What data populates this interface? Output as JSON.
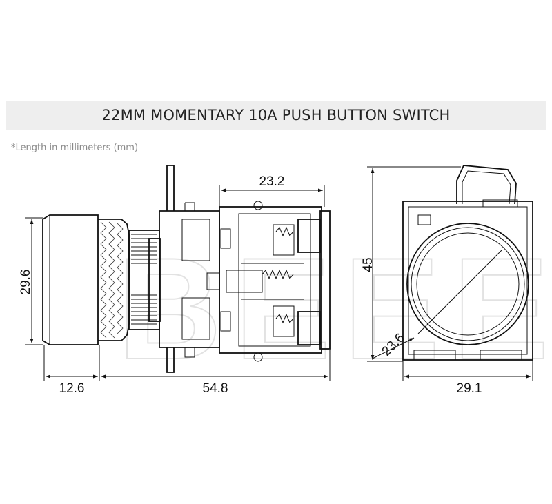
{
  "title": "22MM MOMENTARY 10A PUSH BUTTON SWITCH",
  "note": "*Length in millimeters (mm)",
  "watermark": "BEEE",
  "dimensions": {
    "height_left": "29.6",
    "button_depth": "12.6",
    "total_length": "54.8",
    "contact_block": "23.2",
    "height_front": "45",
    "width_front": "29.1",
    "button_diameter": "23.6"
  }
}
